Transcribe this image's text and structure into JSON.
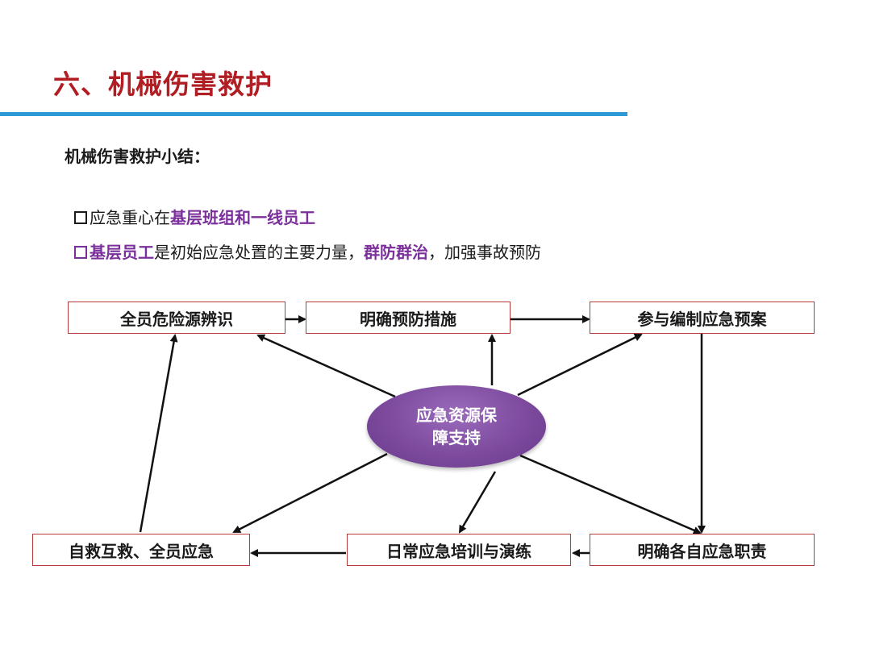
{
  "header": {
    "title": "六、机械伤害救护"
  },
  "summary": {
    "heading": "机械伤害救护小结：",
    "bullets": [
      {
        "plain_before": "应急重心在",
        "highlight": "基层班组和一线员工"
      },
      {
        "highlight_lead": "基层员工",
        "middle": "是初始应急处置的主要力量，",
        "highlight": "群防群治",
        "tail": "，加强事故预防"
      }
    ]
  },
  "diagram": {
    "center_lines": [
      "应急资源保",
      "障支持"
    ],
    "nodes": {
      "hazard_identification": "全员危险源辨识",
      "prevention_measures": "明确预防措施",
      "compile_plan": "参与编制应急预案",
      "duties": "明确各自应急职责",
      "training": "日常应急培训与演练",
      "self_rescue": "自救互救、全员应急"
    },
    "colors": {
      "node_border": "#b53b3b",
      "center_fill": "#7d4a9e",
      "title": "#b01e23",
      "rule": "#2d9ad6",
      "highlight": "#7a2f9b"
    }
  }
}
